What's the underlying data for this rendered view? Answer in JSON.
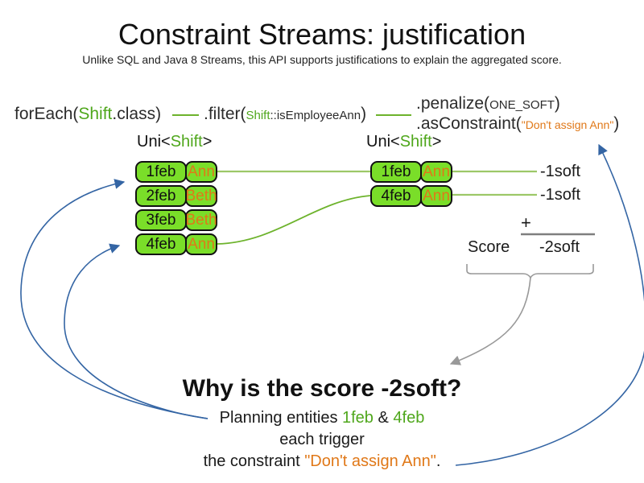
{
  "title": "Constraint Streams: justification",
  "subtitle": "Unlike SQL and Java 8 Streams, this API supports justifications to explain the aggregated score.",
  "code": {
    "foreach_pre": "forEach(",
    "foreach_type": "Shift",
    "foreach_post": ".class)",
    "filter_pre": ".filter(",
    "filter_type": "Shift",
    "filter_method": "::isEmployeeAnn",
    "filter_post": ")",
    "penalize_pre": ".penalize(",
    "penalize_arg": "ONE_SOFT",
    "penalize_post": ")",
    "asconstraint_pre": ".asConstraint(",
    "asconstraint_arg": "\"Don't assign Ann\"",
    "asconstraint_post": ")"
  },
  "left_stream": {
    "label_pre": "Uni<",
    "label_type": "Shift",
    "label_post": ">",
    "rows": [
      {
        "date": "1feb",
        "employee": "Ann"
      },
      {
        "date": "2feb",
        "employee": "Beth"
      },
      {
        "date": "3feb",
        "employee": "Beth"
      },
      {
        "date": "4feb",
        "employee": "Ann"
      }
    ]
  },
  "right_stream": {
    "label_pre": "Uni<",
    "label_type": "Shift",
    "label_post": ">",
    "rows": [
      {
        "date": "1feb",
        "employee": "Ann"
      },
      {
        "date": "4feb",
        "employee": "Ann"
      }
    ]
  },
  "penalties": [
    "-1soft",
    "-1soft"
  ],
  "score": {
    "plus": "+",
    "label": "Score",
    "value": "-2soft"
  },
  "question": "Why is the score -2soft?",
  "explanation": {
    "line1_pre": "Planning entities ",
    "line1_entity1": "1feb",
    "line1_mid": " & ",
    "line1_entity2": "4feb",
    "line2": "each trigger",
    "line3_pre": "the constraint ",
    "line3_constraint": "\"Don't assign Ann\"",
    "line3_post": "."
  },
  "colors": {
    "green_fill": "#7ade29",
    "green_text": "#4fa71c",
    "green_line": "#9dc868",
    "green_line_dark": "#6db32c",
    "orange_text": "#e07818",
    "blue_arrow": "#3465a4",
    "gray_arrow": "#999999",
    "sum_line": "#7f7f7f",
    "text": "#1a1a1a"
  }
}
